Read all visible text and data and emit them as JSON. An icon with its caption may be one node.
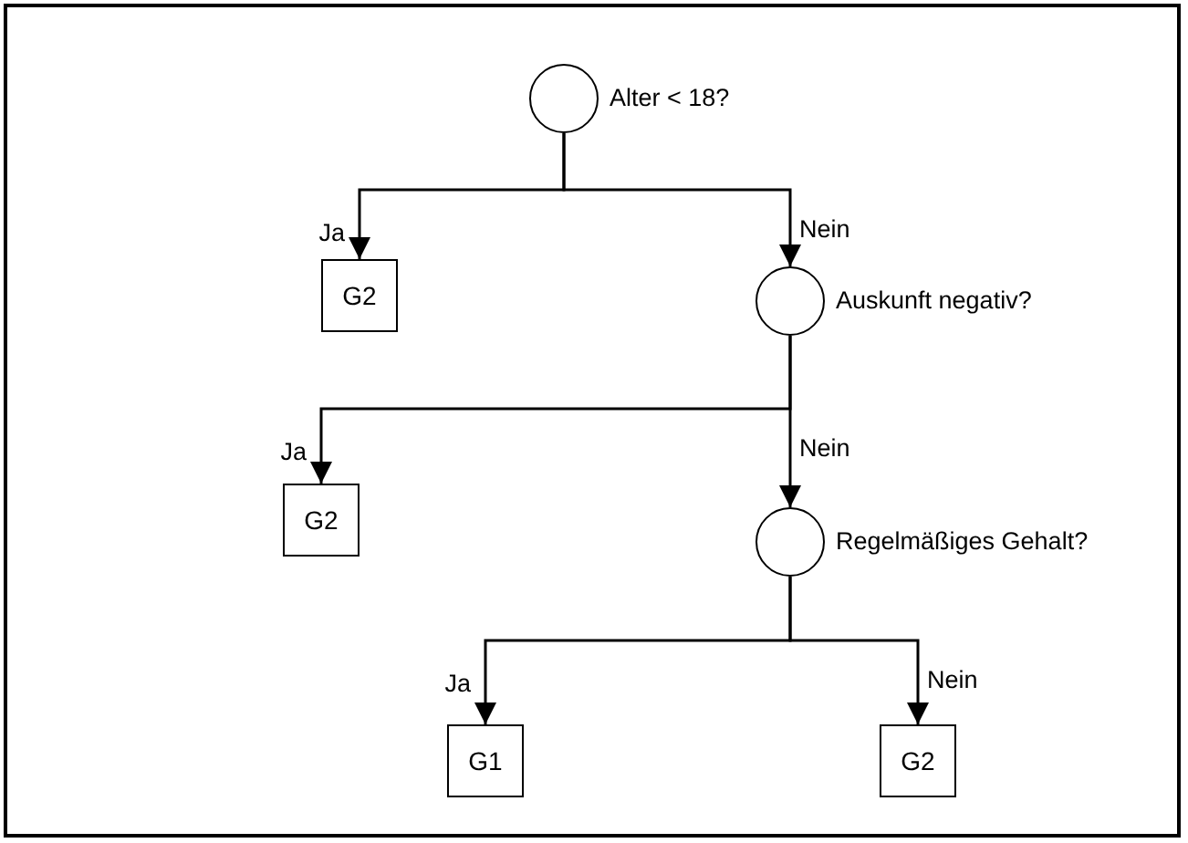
{
  "diagram": {
    "nodes": [
      {
        "text": [
          "Alter < 18?"
        ]
      },
      {
        "text": [
          "G2"
        ]
      },
      {
        "text": [
          "Auskunft negativ?"
        ]
      },
      {
        "text": [
          "G2"
        ]
      },
      {
        "text": [
          "Regelmäßiges Gehalt?"
        ]
      },
      {
        "text": [
          "G1"
        ]
      },
      {
        "text": [
          "G2"
        ]
      }
    ],
    "edges": [
      {
        "from": 0,
        "to": 1,
        "arrow": "to",
        "label": "Ja"
      },
      {
        "from": 0,
        "to": 2,
        "arrow": "to",
        "label": "Nein"
      },
      {
        "from": 2,
        "to": 3,
        "arrow": "to",
        "label": "Ja"
      },
      {
        "from": 2,
        "to": 4,
        "arrow": "to",
        "label": "Nein"
      },
      {
        "from": 4,
        "to": 5,
        "arrow": "to",
        "label": "Ja"
      },
      {
        "from": 4,
        "to": 6,
        "arrow": "to",
        "label": "Nein"
      }
    ]
  }
}
